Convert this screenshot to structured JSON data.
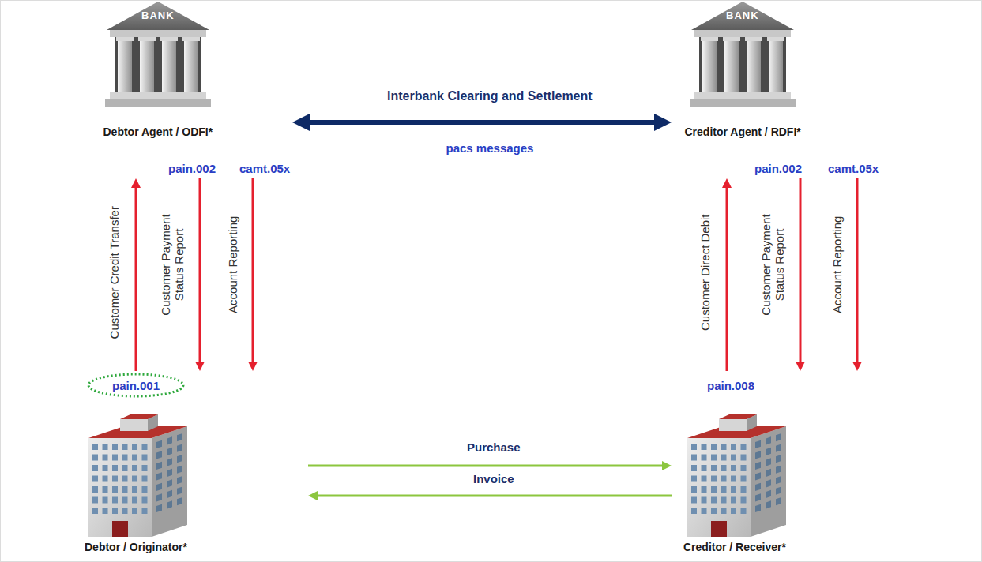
{
  "diagram": {
    "nodes": [
      {
        "text": [
          "BANK",
          "Debtor Agent / ODFI*"
        ]
      },
      {
        "text": [
          "BANK",
          "Creditor Agent / RDFI*"
        ]
      },
      {
        "text": [
          "Debtor / Originator*"
        ]
      },
      {
        "text": [
          "Creditor / Receiver*"
        ]
      }
    ],
    "edges": [
      {
        "from": 0,
        "to": 1,
        "arrow": "both",
        "label": "Interbank Clearing and Settlement"
      },
      {
        "from": 2,
        "to": 0,
        "arrow": "to",
        "label": "Customer Credit Transfer"
      },
      {
        "from": 0,
        "to": 2,
        "arrow": "to",
        "label": "Customer Payment Status Report"
      },
      {
        "from": 0,
        "to": 2,
        "arrow": "to",
        "label": "Account Reporting"
      },
      {
        "from": 3,
        "to": 1,
        "arrow": "to",
        "label": "Customer Direct Debit"
      },
      {
        "from": 1,
        "to": 3,
        "arrow": "to",
        "label": "Customer Payment Status Report"
      },
      {
        "from": 1,
        "to": 3,
        "arrow": "to",
        "label": "Account Reporting"
      },
      {
        "from": 2,
        "to": 3,
        "arrow": "to",
        "label": "Purchase"
      },
      {
        "from": 3,
        "to": 2,
        "arrow": "to",
        "label": "Invoice"
      }
    ],
    "labels": [
      "pacs messages",
      "pain.002",
      "camt.05x",
      "pain.001",
      "pain.002",
      "camt.05x",
      "pain.008"
    ]
  }
}
